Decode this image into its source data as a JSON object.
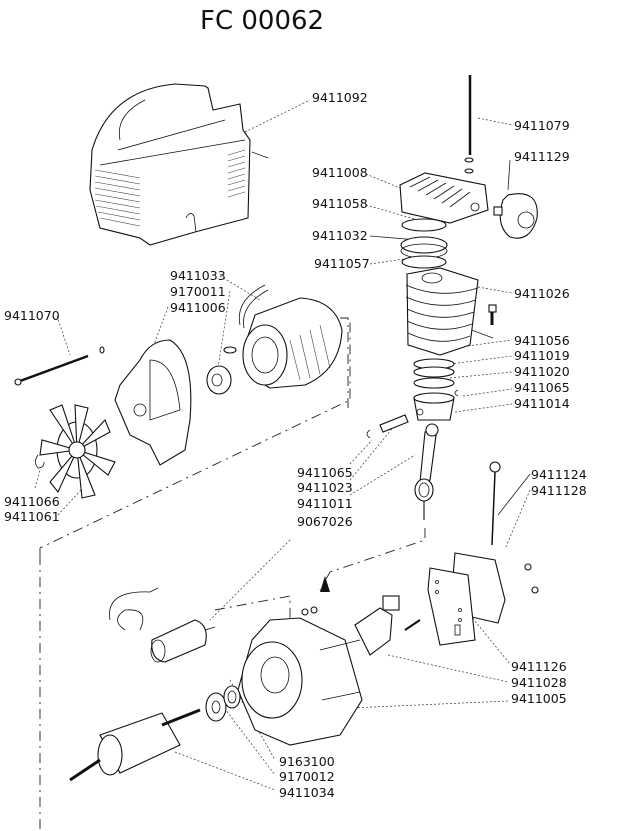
{
  "diagram": {
    "title": "FC 00062",
    "type": "exploded parts diagram",
    "labels": [
      {
        "id": "cover",
        "part_no": "9411092"
      },
      {
        "id": "tie-rod",
        "part_no": "9411079"
      },
      {
        "id": "air-filter",
        "part_no": "9411129"
      },
      {
        "id": "cylinder-head",
        "part_no": "9411008"
      },
      {
        "id": "head-gasket",
        "part_no": "9411058"
      },
      {
        "id": "valve-plate",
        "part_no": "9411032"
      },
      {
        "id": "cylinder-gasket",
        "part_no": "9411057"
      },
      {
        "id": "cylinder",
        "part_no": "9411026"
      },
      {
        "id": "screw",
        "part_no": "9411056"
      },
      {
        "id": "piston-ring-1",
        "part_no": "9411019"
      },
      {
        "id": "piston-ring-2",
        "part_no": "9411020"
      },
      {
        "id": "circlip-piston",
        "part_no": "9411065"
      },
      {
        "id": "piston",
        "part_no": "9411014"
      },
      {
        "id": "stator-wire",
        "part_no": "9411033"
      },
      {
        "id": "bearing-rear",
        "part_no": "9170011"
      },
      {
        "id": "fan-cover",
        "part_no": "9411006"
      },
      {
        "id": "long-bolt",
        "part_no": "9411070"
      },
      {
        "id": "circlip-fan",
        "part_no": "9411066"
      },
      {
        "id": "fan",
        "part_no": "9411061"
      },
      {
        "id": "circlip-pin",
        "part_no": "9411065"
      },
      {
        "id": "piston-pin",
        "part_no": "9411023"
      },
      {
        "id": "con-rod",
        "part_no": "9411011"
      },
      {
        "id": "capacitor",
        "part_no": "9067026"
      },
      {
        "id": "oil-cap",
        "part_no": "9411124"
      },
      {
        "id": "dipstick",
        "part_no": "9411128"
      },
      {
        "id": "crankcase-cover",
        "part_no": "9411126"
      },
      {
        "id": "crank-eccentric",
        "part_no": "9411028"
      },
      {
        "id": "crankcase",
        "part_no": "9411005"
      },
      {
        "id": "oil-seal",
        "part_no": "9163100"
      },
      {
        "id": "bearing-front",
        "part_no": "9170012"
      },
      {
        "id": "rotor",
        "part_no": "9411034"
      }
    ]
  }
}
